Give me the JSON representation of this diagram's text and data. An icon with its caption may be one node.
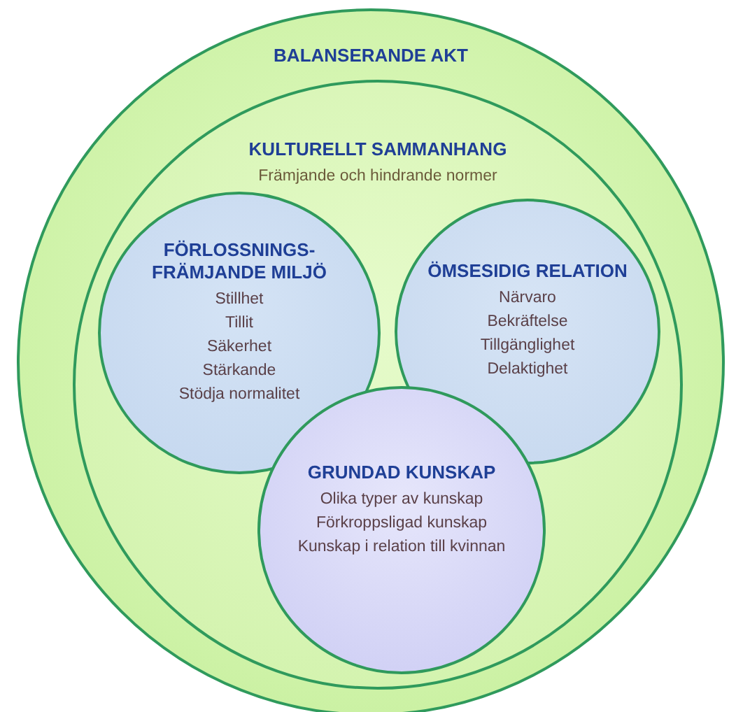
{
  "diagram": {
    "nodes": [
      {
        "text": [
          "BALANSERANDE AKT"
        ]
      },
      {
        "text": [
          "KULTURELLT SAMMANHANG",
          "Främjande och hindrande normer"
        ],
        "in": 0
      },
      {
        "text": [
          "FÖRLOSSNINGS- FRÄMJANDE MILJÖ",
          "Stillhet",
          "Tillit",
          "Säkerhet",
          "Stärkande",
          "Stödja normalitet"
        ],
        "in": 1
      },
      {
        "text": [
          "ÖMSESIDIG RELATION",
          "Närvaro",
          "Bekräftelse",
          "Tillgänglighet",
          "Delaktighet"
        ],
        "in": 1
      },
      {
        "text": [
          "GRUNDAD KUNSKAP",
          "Olika typer av kunskap",
          "Förkroppsligad kunskap",
          "Kunskap i relation till kvinnan"
        ],
        "in": 1
      }
    ]
  }
}
